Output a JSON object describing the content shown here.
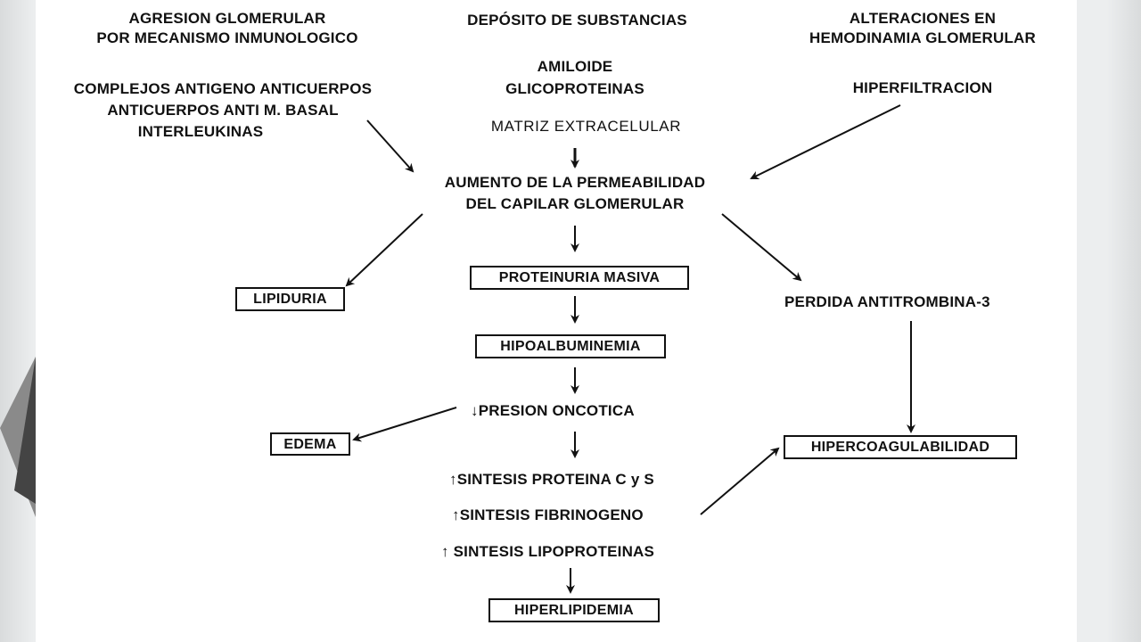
{
  "headers": {
    "immune_line1": "AGRESION GLOMERULAR",
    "immune_line2": "POR MECANISMO INMUNOLOGICO",
    "deposit": "DEPÓSITO DE SUBSTANCIAS",
    "hemo_line1": "ALTERACIONES EN",
    "hemo_line2": "HEMODINAMIA GLOMERULAR"
  },
  "immune_causes": [
    "COMPLEJOS ANTIGENO ANTICUERPOS",
    "ANTICUERPOS ANTI M. BASAL",
    "INTERLEUKINAS"
  ],
  "deposit_items": [
    "AMILOIDE",
    "GLICOPROTEINAS",
    "MATRIZ EXTRACELULAR"
  ],
  "hemo_item": "HIPERFILTRACION",
  "center_line1": "AUMENTO DE LA PERMEABILIDAD",
  "center_line2": "DEL CAPILAR GLOMERULAR",
  "proteinuria": "PROTEINURIA MASIVA",
  "lipiduria": "LIPIDURIA",
  "antithrombin": "PERDIDA ANTITROMBINA-3",
  "hypoalbumin": "HIPOALBUMINEMIA",
  "oncotic": "↓PRESION ONCOTICA",
  "edema": "EDEMA",
  "hypercoag": "HIPERCOAGULABILIDAD",
  "synth_protein": "↑SINTESIS PROTEINA C y S",
  "synth_fibrin": "↑SINTESIS FIBRINOGENO",
  "synth_lipo": "↑ SINTESIS LIPOPROTEINAS",
  "hyperlipid": "HIPERLIPIDEMIA",
  "colors": {
    "ink": "#111111",
    "paper": "#ffffff",
    "slide": "#eceeef",
    "shape_dark": "#444444"
  }
}
